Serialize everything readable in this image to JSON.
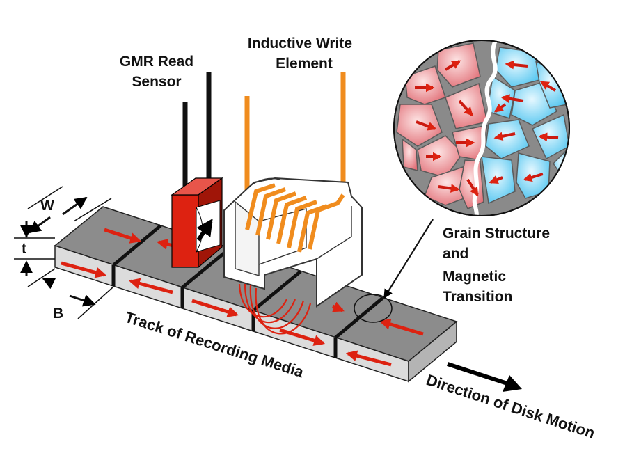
{
  "labels": {
    "gmr_line1": "GMR Read",
    "gmr_line2": "Sensor",
    "write_line1": "Inductive Write",
    "write_line2": "Element",
    "grain_line1": "Grain Structure",
    "grain_line2": "and",
    "grain_line3": "Magnetic",
    "grain_line4": "Transition",
    "track": "Track of Recording Media",
    "direction": "Direction of Disk Motion",
    "dim_w": "W",
    "dim_t": "t",
    "dim_b": "B"
  },
  "colors": {
    "track_top": "#8c8c8c",
    "track_front": "#dcdcdc",
    "track_side": "#b4b4b4",
    "arrow_red": "#dd2211",
    "sensor_red": "#dd2211",
    "sensor_dark": "#a01508",
    "coil_orange": "#f08c1e",
    "grain_red": "#e98a8f",
    "grain_blue": "#7fd4f3",
    "circle_bg": "#8a8a8a"
  },
  "icons": [
    "magnetization-arrow-icon",
    "motion-arrow-icon",
    "dimension-arrow-icon"
  ]
}
